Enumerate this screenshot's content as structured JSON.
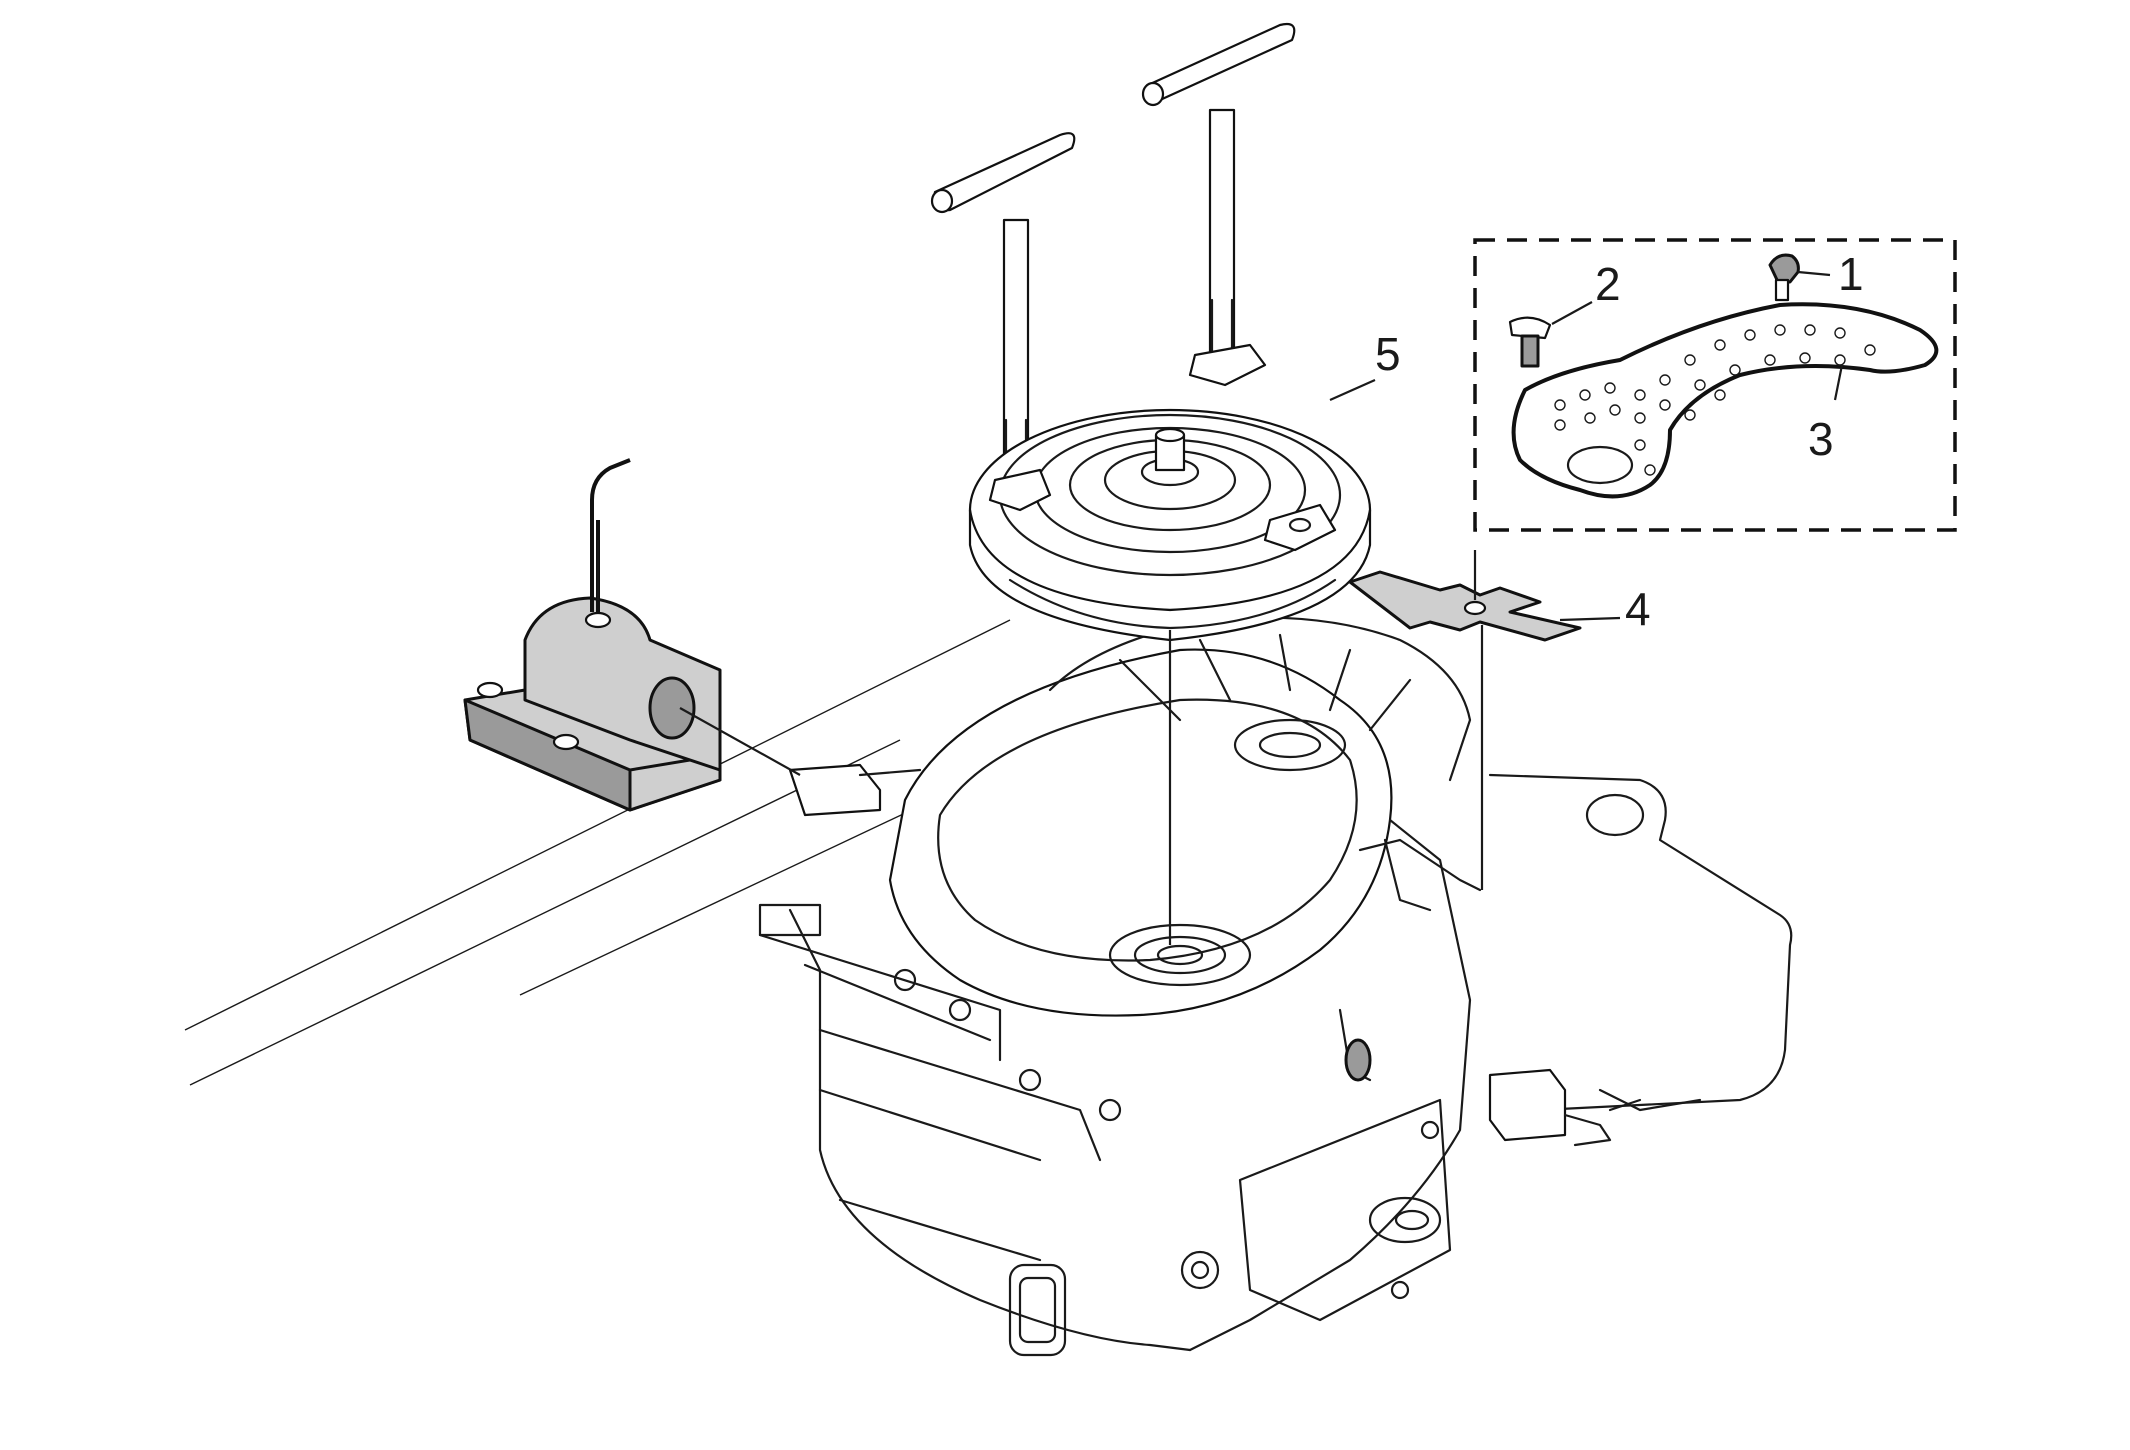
{
  "diagram": {
    "callouts": {
      "c1": "1",
      "c2": "2",
      "c3": "3",
      "c4": "4",
      "c5": "5"
    }
  }
}
